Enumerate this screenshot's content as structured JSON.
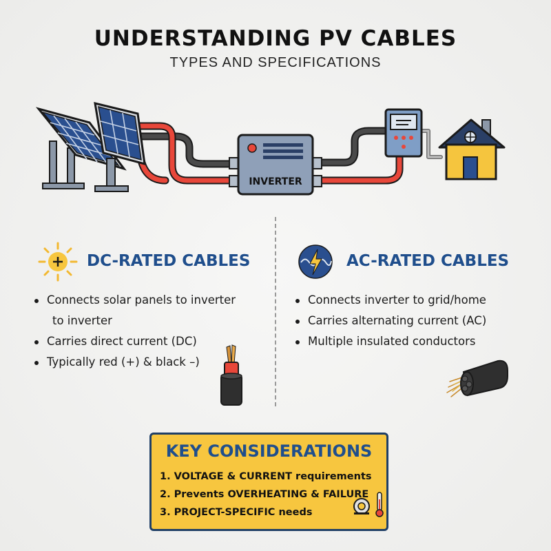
{
  "header": {
    "title": "UNDERSTANDING PV CABLES",
    "subtitle": "TYPES AND SPECIFICATIONS"
  },
  "diagram": {
    "inverter_label": "INVERTER",
    "colors": {
      "dc_positive": "#e8473a",
      "dc_negative": "#444444",
      "inverter": "#8fa0b8",
      "panel": "#2a4f8f",
      "house": "#f5c53e",
      "meter": "#7f9ec6"
    }
  },
  "dc": {
    "heading": "DC-RATED CABLES",
    "icon": "sun-icon",
    "bullets": [
      "Connects solar panels to inverter",
      "to inverter",
      "Carries direct current (DC)",
      "Typically red (+) & black –)"
    ]
  },
  "ac": {
    "heading": "AC-RATED CABLES",
    "icon": "lightning-icon",
    "bullets": [
      "Connects inverter to grid/home",
      "Carries alternating current (AC)",
      "Multiple insulated conductors"
    ]
  },
  "key": {
    "title": "KEY CONSIDERATIONS",
    "items": [
      "1. VOLTAGE & CURRENT requirements",
      "2. Prevents OVERHEATING & FAILURE",
      "3. PROJECT-SPECIFIC needs"
    ]
  }
}
